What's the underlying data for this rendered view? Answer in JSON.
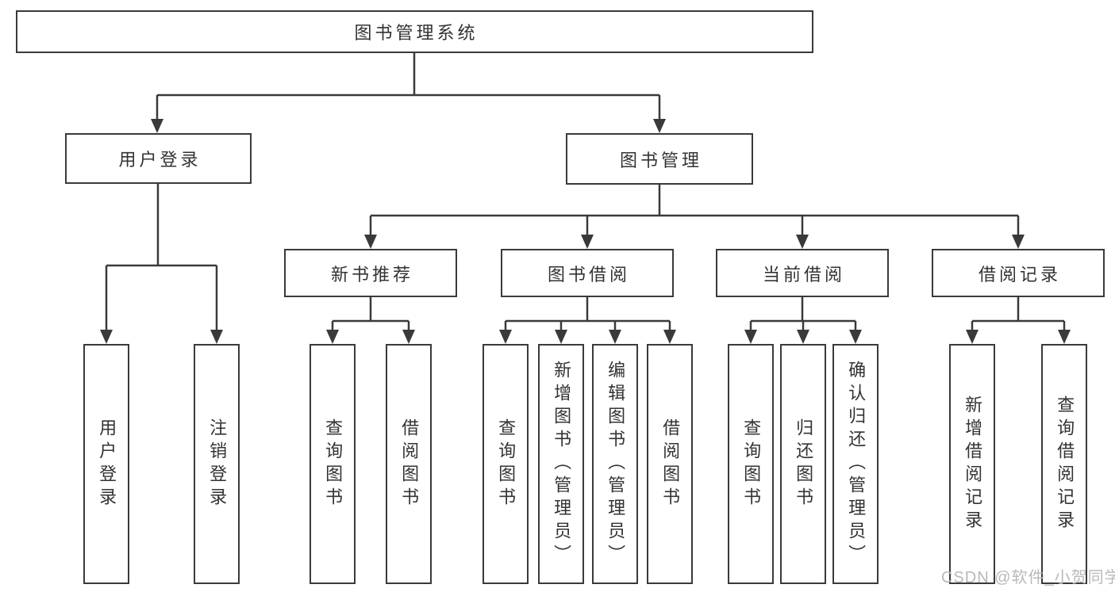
{
  "diagram": {
    "root": {
      "label": "图书管理系统"
    },
    "branches": [
      {
        "label": "用户登录",
        "children": [
          {
            "label": "用户登录"
          },
          {
            "label": "注销登录"
          }
        ]
      },
      {
        "label": "图书管理",
        "children": [
          {
            "label": "新书推荐",
            "children": [
              {
                "label": "查询图书"
              },
              {
                "label": "借阅图书"
              }
            ]
          },
          {
            "label": "图书借阅",
            "children": [
              {
                "label": "查询图书"
              },
              {
                "label": "新增图书（管理员）"
              },
              {
                "label": "编辑图书（管理员）"
              },
              {
                "label": "借阅图书"
              }
            ]
          },
          {
            "label": "当前借阅",
            "children": [
              {
                "label": "查询图书"
              },
              {
                "label": "归还图书"
              },
              {
                "label": "确认归还（管理员）"
              }
            ]
          },
          {
            "label": "借阅记录",
            "children": [
              {
                "label": "新增借阅记录"
              },
              {
                "label": "查询借阅记录"
              }
            ]
          }
        ]
      }
    ]
  },
  "watermark": {
    "text": "CSDN @软件_小贺同学"
  },
  "colors": {
    "line": "#3a3a3a",
    "text": "#333333",
    "watermark": "#b9b9b9",
    "background": "#ffffff"
  }
}
